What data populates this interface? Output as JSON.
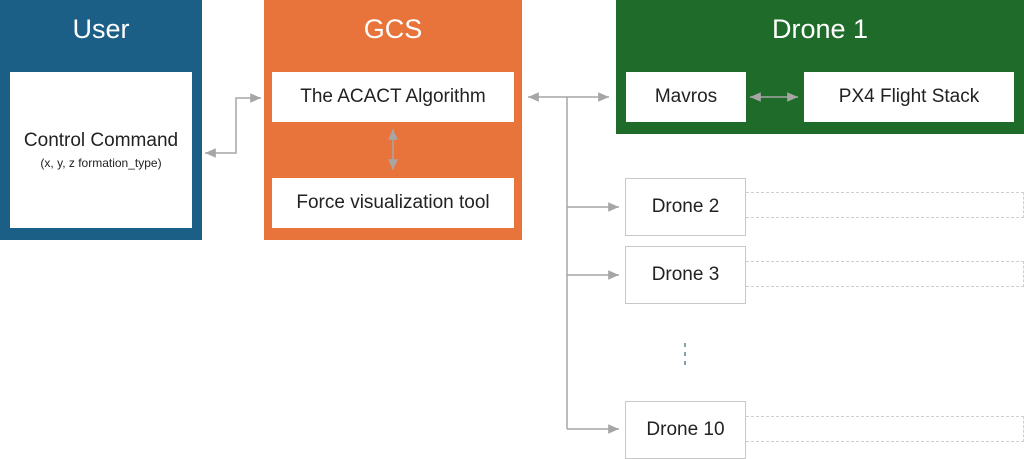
{
  "user": {
    "title": "User",
    "command_label": "Control Command",
    "command_params": "(x, y, z formation_type)",
    "color": "#1b5e86"
  },
  "gcs": {
    "title": "GCS",
    "algorithm_label": "The ACACT Algorithm",
    "tool_label": "Force visualization tool",
    "color": "#e8743b"
  },
  "drone1": {
    "title": "Drone 1",
    "mavros_label": "Mavros",
    "px4_label": "PX4 Flight Stack",
    "color": "#1e6b2a"
  },
  "drones": [
    {
      "label": "Drone 2"
    },
    {
      "label": "Drone 3"
    },
    {
      "label": "Drone 10"
    }
  ],
  "connector_color": "#a6a6a6"
}
